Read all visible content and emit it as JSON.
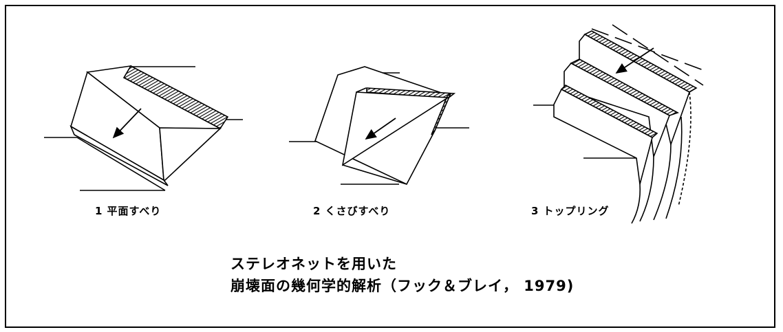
{
  "panels": [
    {
      "number": "1",
      "label": "平面すべり"
    },
    {
      "number": "2",
      "label": "くさびすべり"
    },
    {
      "number": "3",
      "label": "トップリング"
    }
  ],
  "title": {
    "line1": "ステレオネットを用いた",
    "line2": "崩壊面の幾何学的解析（フック＆ブレイ， 1979)"
  }
}
